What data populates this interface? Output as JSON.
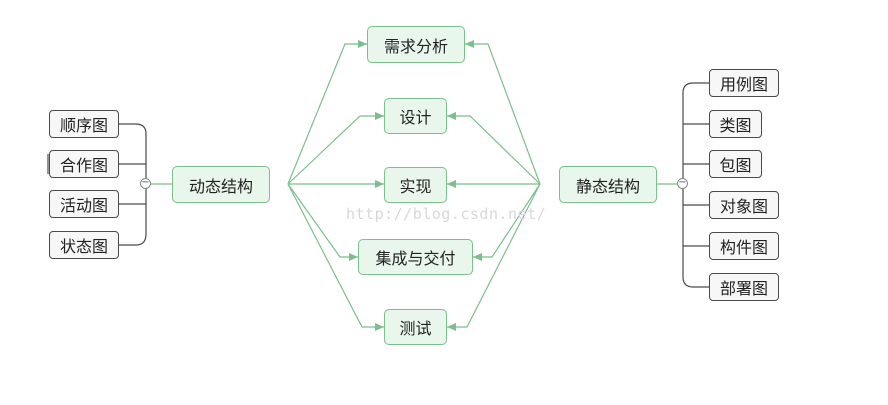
{
  "center_nodes": {
    "analysis": "需求分析",
    "design": "设计",
    "implementation": "实现",
    "integration": "集成与交付",
    "testing": "测试"
  },
  "dynamic": {
    "root": "动态结构",
    "children": [
      "顺序图",
      "合作图",
      "活动图",
      "状态图"
    ]
  },
  "static": {
    "root": "静态结构",
    "children": [
      "用例图",
      "类图",
      "包图",
      "对象图",
      "构件图",
      "部署图"
    ]
  },
  "watermark": "http://blog.csdn.net/",
  "colors": {
    "green_line": "#7cbe8c",
    "green_fill": "#e8f6ec",
    "gray_line": "#4a4a4a"
  }
}
